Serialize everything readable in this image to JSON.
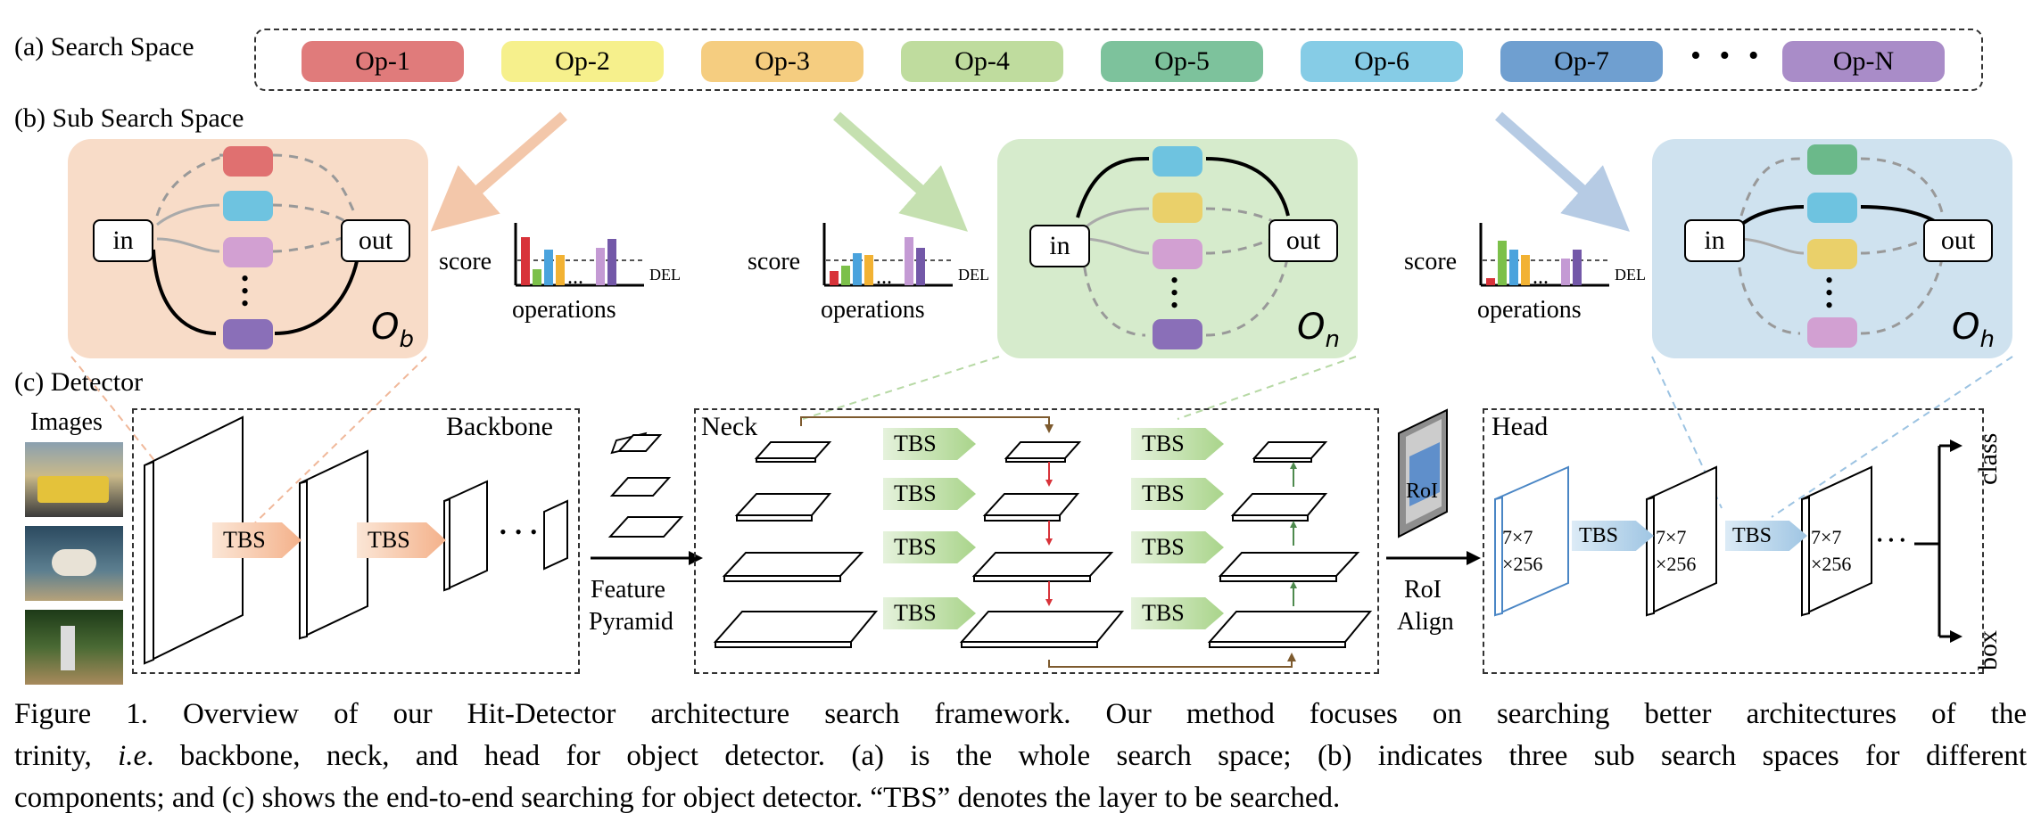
{
  "sections": {
    "a": "(a) Search Space",
    "b": "(b) Sub Search Space",
    "c": "(c) Detector"
  },
  "ops": [
    {
      "label": "Op-1",
      "color": "#e07b7b"
    },
    {
      "label": "Op-2",
      "color": "#f6f08c"
    },
    {
      "label": "Op-3",
      "color": "#f5cd80"
    },
    {
      "label": "Op-4",
      "color": "#bfdc9e"
    },
    {
      "label": "Op-5",
      "color": "#7dc29c"
    },
    {
      "label": "Op-6",
      "color": "#86cce6"
    },
    {
      "label": "Op-7",
      "color": "#6f9fd0"
    },
    {
      "label": "Op-N",
      "color": "#a98cc8"
    }
  ],
  "ops_ellipsis": "• • •",
  "sub_spaces": [
    {
      "in": "in",
      "out": "out",
      "symbol": "O",
      "subscript": "b",
      "bg": "#f8dcc8"
    },
    {
      "in": "in",
      "out": "out",
      "symbol": "O",
      "subscript": "n",
      "bg": "#d6ebcc"
    },
    {
      "in": "in",
      "out": "out",
      "symbol": "O",
      "subscript": "h",
      "bg": "#cfe2ef"
    }
  ],
  "score_charts": {
    "ylabel": "score",
    "xlabel": "operations",
    "threshold_label": "DEL",
    "ellipsis": "..."
  },
  "detector": {
    "images_label": "Images",
    "backbone_label": "Backbone",
    "neck_label": "Neck",
    "head_label": "Head",
    "tbs": "TBS",
    "feature_pyramid": [
      "Feature",
      "Pyramid"
    ],
    "roi": "RoI",
    "roi_align": [
      "RoI",
      "Align"
    ],
    "head_block": [
      "7×7",
      "×256"
    ],
    "outputs": [
      "class",
      "box"
    ],
    "ellipsis": "• • •"
  },
  "caption": {
    "line1": "Figure 1. Overview of our Hit-Detector architecture search framework.  Our method focuses on searching better architectures of the",
    "line2a": "trinity, ",
    "line2_ie": "i.e",
    "line2b": ". backbone, neck, and head for object detector. (a) is the whole search space; (b) indicates three sub search spaces for different",
    "line3": "components; and (c) shows the end-to-end searching for object detector. “TBS” denotes the layer to be searched."
  }
}
